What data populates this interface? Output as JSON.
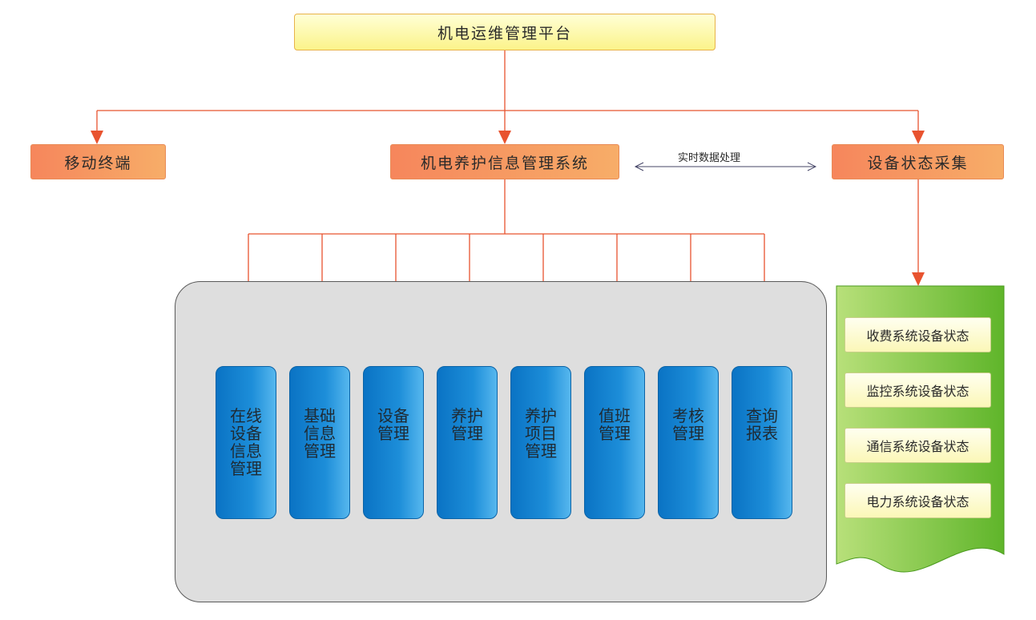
{
  "root": {
    "title": "机电运维管理平台"
  },
  "level2": {
    "mobile": "移动终端",
    "system": "机电养护信息管理系统",
    "collect": "设备状态采集"
  },
  "link_label": "实时数据处理",
  "modules": [
    {
      "lines": [
        "在线",
        "设备",
        "信息",
        "管理"
      ]
    },
    {
      "lines": [
        "基础",
        "信息",
        "管理"
      ]
    },
    {
      "lines": [
        "设备",
        "管理"
      ]
    },
    {
      "lines": [
        "养护",
        "管理"
      ]
    },
    {
      "lines": [
        "养护",
        "项目",
        "管理"
      ]
    },
    {
      "lines": [
        "值班",
        "管理"
      ]
    },
    {
      "lines": [
        "考核",
        "管理"
      ]
    },
    {
      "lines": [
        "查询",
        "报表"
      ]
    }
  ],
  "status_items": [
    "收费系统设备状态",
    "监控系统设备状态",
    "通信系统设备状态",
    "电力系统设备状态"
  ],
  "colors": {
    "connector": "#e8532f",
    "module_blue": "#0a73c4",
    "panel_gray": "#dedede",
    "green": "#7cc13e",
    "orange": "#f6865c",
    "yellow": "#fbf38a"
  }
}
